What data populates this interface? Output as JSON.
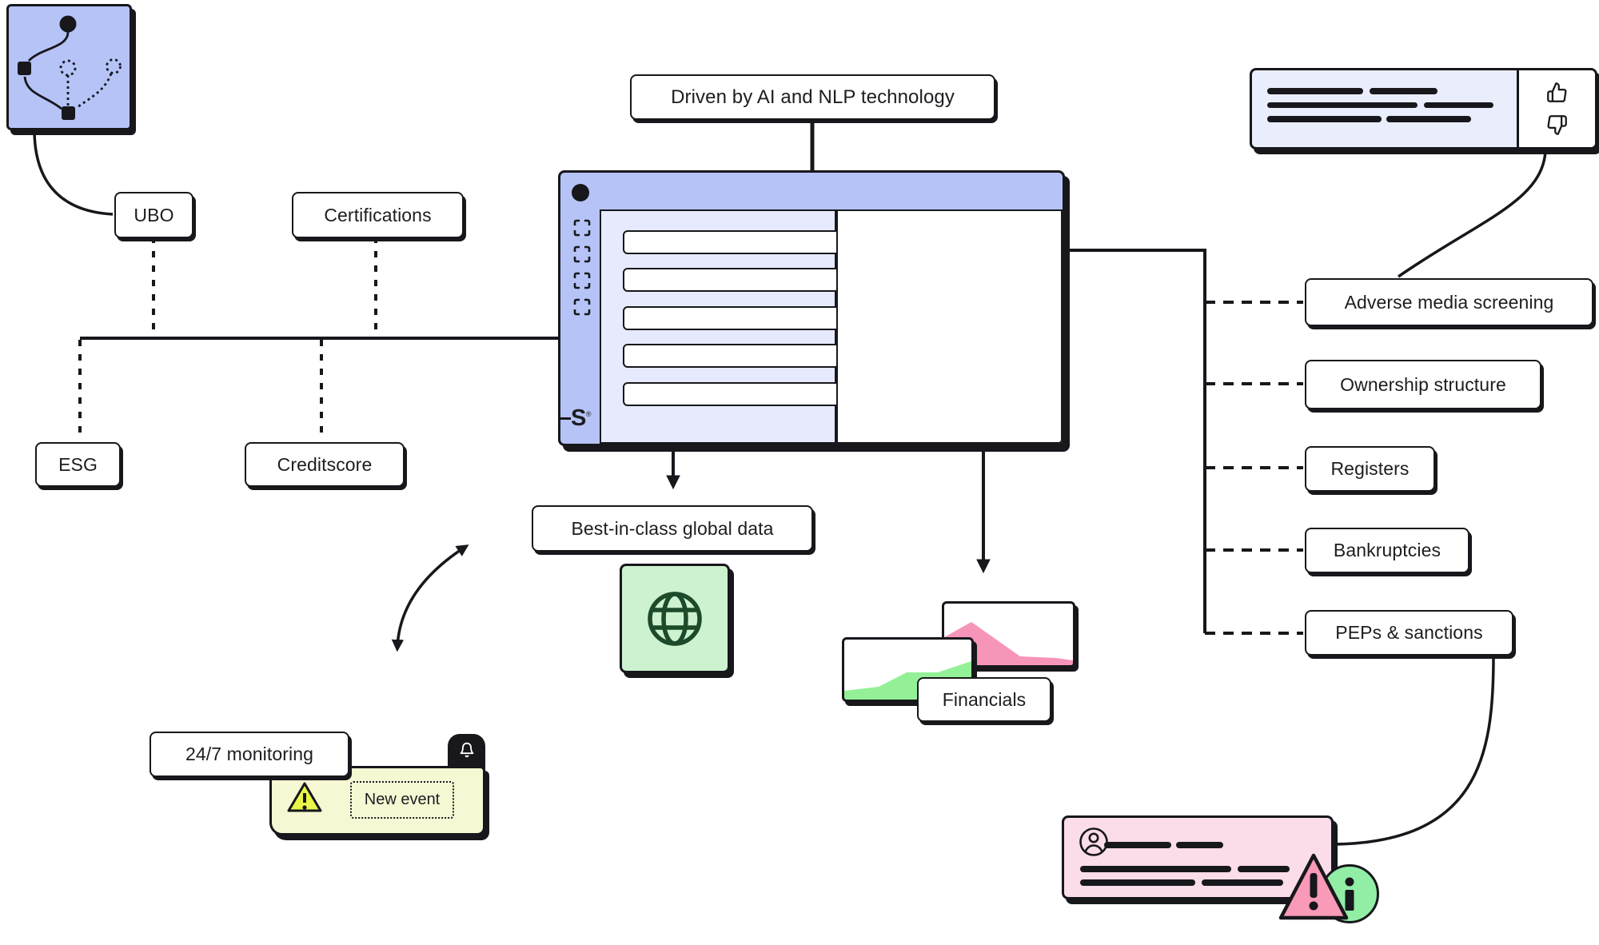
{
  "colors": {
    "ink": "#17171c",
    "periwinkle": "#b5c3f7",
    "lavender_panel": "#e6eafc",
    "review_card_bg": "#e9edfc",
    "globe_card_bg": "#cdf2cf",
    "globe_green": "#1d4a2b",
    "chart_green": "#94f097",
    "chart_pink": "#f794ba",
    "alert_card_pink": "#fbdce9",
    "triangle_pink": "#f89ab8",
    "info_green": "#92eda5",
    "monitor_card_yellow": "#f6f8d4",
    "warning_yellow": "#e9f548"
  },
  "nodes": {
    "driven": "Driven by AI and NLP technology",
    "ubo": "UBO",
    "certifications": "Certifications",
    "esg": "ESG",
    "creditscore": "Creditscore",
    "adverse_media": "Adverse media screening",
    "ownership": "Ownership structure",
    "registers": "Registers",
    "bankruptcies": "Bankruptcies",
    "peps": "PEPs & sanctions",
    "best_global_data": "Best-in-class global data",
    "financials": "Financials",
    "monitoring": "24/7 monitoring"
  },
  "monitor_card": {
    "badge": "New event"
  },
  "logo": {
    "letter": "S",
    "registered": "®"
  },
  "icons": [
    "org-chart-icon",
    "scan-frame-icon",
    "globe-icon",
    "thumbs-up-icon",
    "thumbs-down-icon",
    "bell-icon",
    "warning-icon",
    "info-icon",
    "user-icon"
  ],
  "connections": [
    {
      "from": "org-chart-card",
      "to": "ubo",
      "style": "solid-curve"
    },
    {
      "from": "ubo",
      "to": "left-bus",
      "style": "dashed"
    },
    {
      "from": "certifications",
      "to": "left-bus",
      "style": "dashed"
    },
    {
      "from": "left-bus",
      "to": "esg",
      "style": "dashed"
    },
    {
      "from": "left-bus",
      "to": "creditscore",
      "style": "dashed"
    },
    {
      "from": "left-bus",
      "to": "platform-window",
      "style": "solid"
    },
    {
      "from": "driven",
      "to": "platform-window",
      "style": "solid"
    },
    {
      "from": "platform-window",
      "to": "screening-trunk",
      "style": "solid"
    },
    {
      "from": "screening-trunk",
      "to": "adverse_media",
      "style": "dashed"
    },
    {
      "from": "screening-trunk",
      "to": "ownership",
      "style": "dashed"
    },
    {
      "from": "screening-trunk",
      "to": "registers",
      "style": "dashed"
    },
    {
      "from": "screening-trunk",
      "to": "bankruptcies",
      "style": "dashed"
    },
    {
      "from": "screening-trunk",
      "to": "peps",
      "style": "dashed"
    },
    {
      "from": "review-card",
      "to": "adverse_media",
      "style": "solid-curve"
    },
    {
      "from": "platform-window",
      "to": "best_global_data",
      "style": "arrow"
    },
    {
      "from": "platform-window",
      "to": "financials",
      "style": "arrow"
    },
    {
      "from": "best_global_data",
      "to": "monitoring",
      "style": "double-arrow-curve"
    },
    {
      "from": "peps",
      "to": "alert-card",
      "style": "solid-curve"
    }
  ]
}
